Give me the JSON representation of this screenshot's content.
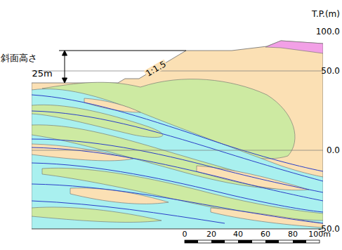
{
  "diagram": {
    "labels": [
      "T.P.(m)",
      "100.0",
      "50.0",
      "0.0",
      "-50.0",
      "斜面高さ",
      "25m",
      "1:1.5",
      "0",
      "20",
      "40",
      "60",
      "80",
      "100m"
    ]
  }
}
